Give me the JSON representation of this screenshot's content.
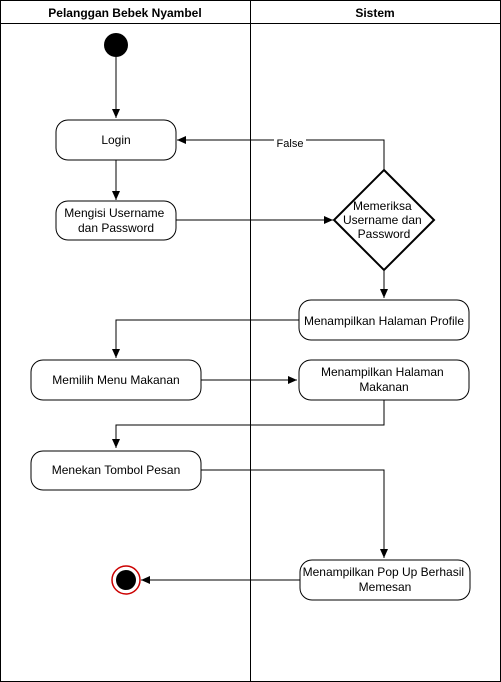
{
  "lanes": {
    "left_title": "Pelanggan Bebek Nyambel",
    "right_title": "Sistem"
  },
  "nodes": {
    "login": "Login",
    "fill_credentials": [
      "Mengisi Username",
      "dan Password"
    ],
    "check_credentials": [
      "Memeriksa",
      "Username dan",
      "Password"
    ],
    "show_profile": [
      "Menampilkan Halaman Profile"
    ],
    "choose_menu": [
      "Memilih Menu Makanan"
    ],
    "show_menu_page": [
      "Menampilkan Halaman",
      "Makanan"
    ],
    "press_order": [
      "Menekan Tombol Pesan"
    ],
    "show_popup": [
      "Menampilkan Pop Up Berhasil",
      "Memesan"
    ]
  },
  "edges": {
    "false_label": "False"
  },
  "colors": {
    "line": "#000000",
    "final_ring": "#cc0000",
    "background": "#ffffff"
  }
}
